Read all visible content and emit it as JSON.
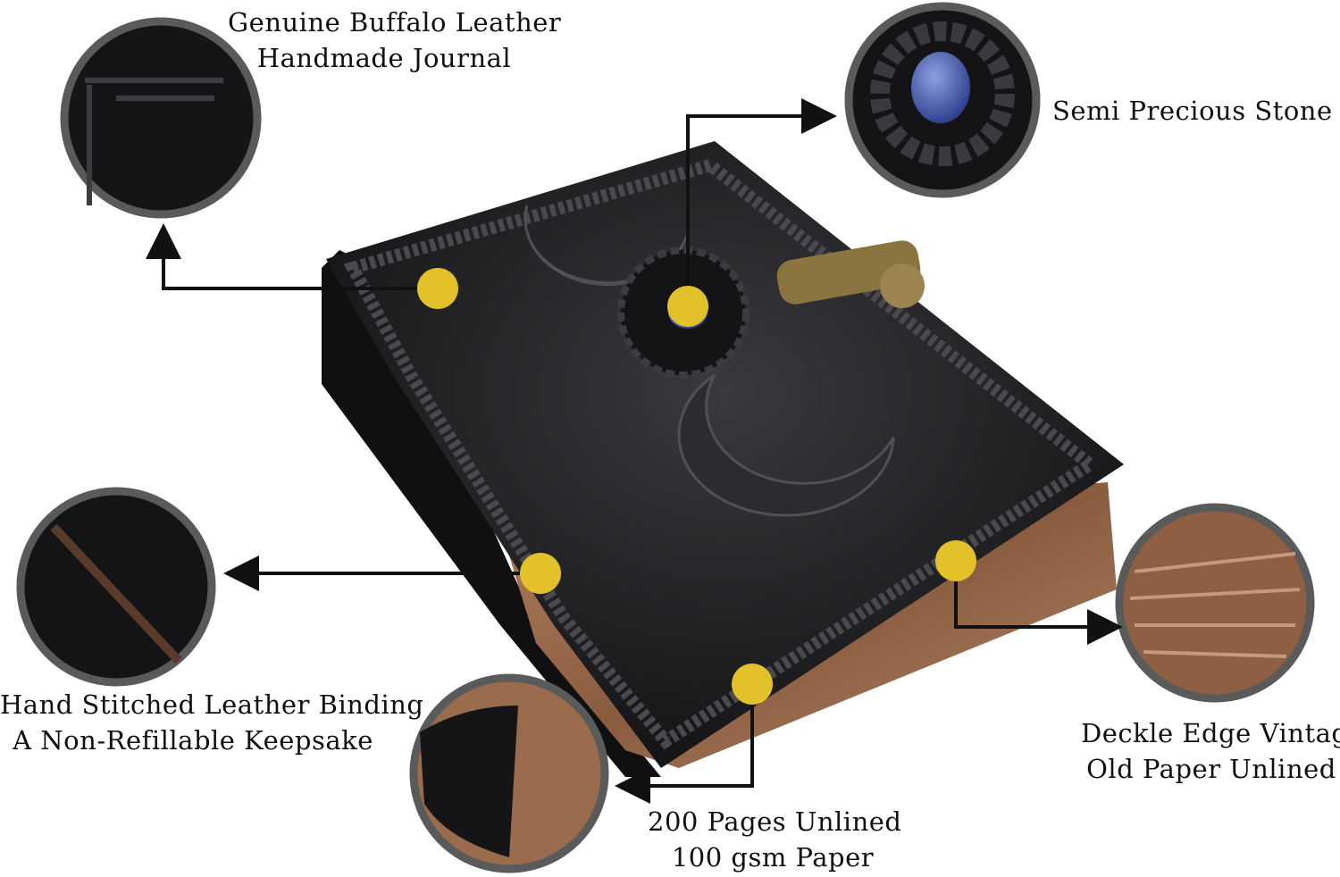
{
  "colors": {
    "accent_dot": "#e3c12b",
    "leather": "#1c1c1e",
    "paper": "#9a6b4c",
    "ring": "#5a5a5a",
    "arrow": "#111111"
  },
  "callouts": [
    {
      "id": "leather",
      "lines": [
        "Genuine Buffalo Leather",
        "Handmade Journal"
      ]
    },
    {
      "id": "stone",
      "lines": [
        "Semi Precious Stone"
      ]
    },
    {
      "id": "binding",
      "lines": [
        "Hand Stitched Leather Binding",
        "A Non-Refillable Keepsake"
      ]
    },
    {
      "id": "pages",
      "lines": [
        "200 Pages Unlined",
        "100 gsm Paper"
      ]
    },
    {
      "id": "edge",
      "lines": [
        "Deckle Edge Vintage",
        "Old Paper Unlined"
      ]
    }
  ]
}
